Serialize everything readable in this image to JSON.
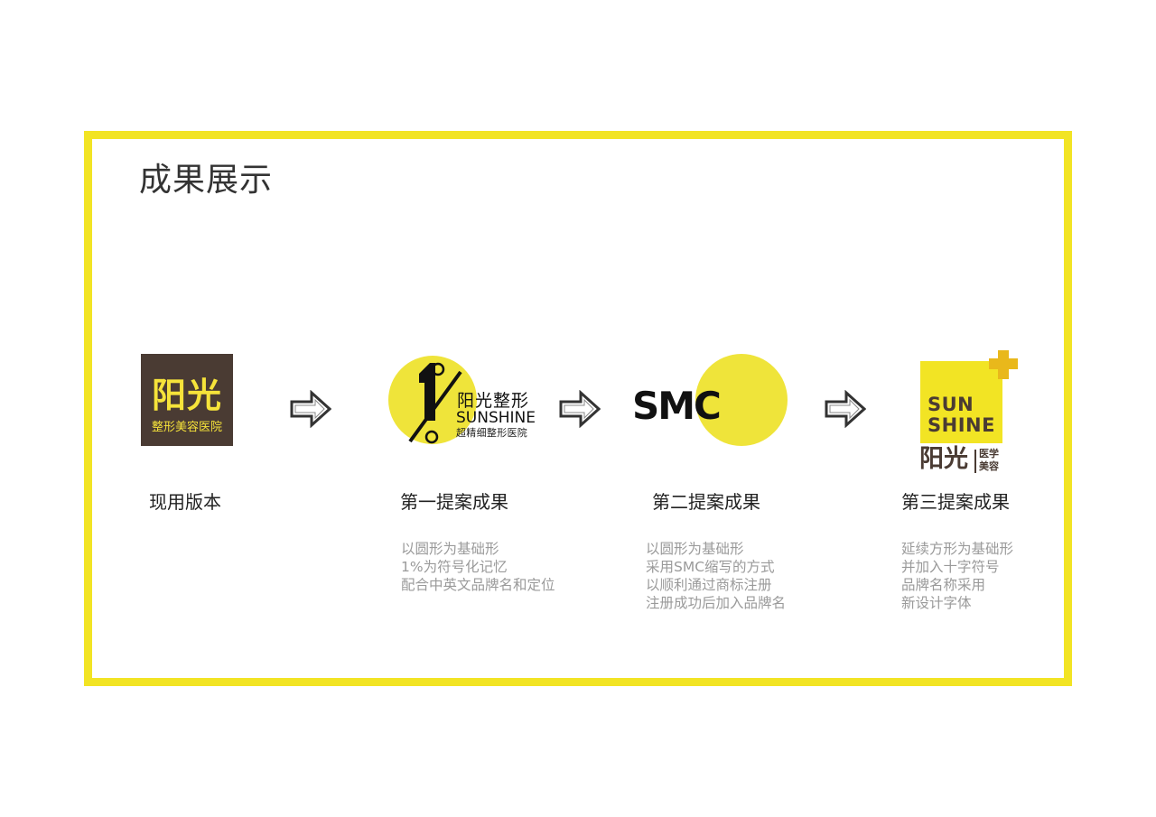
{
  "page": {
    "title": "成果展示",
    "frame_color": "#f2e424"
  },
  "steps": [
    {
      "title": "现用版本",
      "logo": {
        "type": "square-brown",
        "main_text": "阳光",
        "sub_text": "整形美容医院",
        "bg_color": "#4a3b33",
        "text_color": "#f6e33a"
      },
      "description": []
    },
    {
      "title": "第一提案成果",
      "logo": {
        "type": "circle-1-percent",
        "symbol": "1%",
        "main_text": "阳光整形",
        "en_text": "SUNSHINE",
        "sub_text": "超精细整形医院",
        "circle_color": "#efe43a"
      },
      "description": [
        "以圆形为基础形",
        "1%为符号化记忆",
        "配合中英文品牌名和定位"
      ]
    },
    {
      "title": "第二提案成果",
      "logo": {
        "type": "smc-circle",
        "main_text": "SMC",
        "circle_color": "#efe43a"
      },
      "description": [
        "以圆形为基础形",
        "采用SMC缩写的方式",
        "以顺利通过商标注册",
        "注册成功后加入品牌名"
      ]
    },
    {
      "title": "第三提案成果",
      "logo": {
        "type": "square-cross",
        "en_line1": "SUN",
        "en_line2": "SHINE",
        "main_text": "阳光",
        "tag_line1": "医学",
        "tag_line2": "美容",
        "square_color": "#f2e424",
        "cross_color": "#e9b81b",
        "text_color": "#4a3b33"
      },
      "description": [
        "延续方形为基础形",
        "并加入十字符号",
        "品牌名称采用",
        "新设计字体"
      ]
    }
  ],
  "arrows": [
    {
      "icon": "arrow-right-outline-icon"
    },
    {
      "icon": "arrow-right-outline-icon"
    },
    {
      "icon": "arrow-right-outline-icon"
    }
  ]
}
